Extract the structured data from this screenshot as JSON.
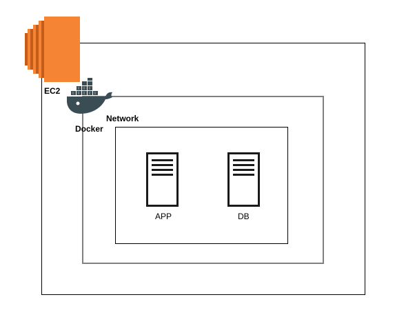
{
  "diagram": {
    "ec2": {
      "label": "EC2",
      "icon": "ec2-instance-icon",
      "color": "#F58534",
      "shade": "#C45D1A"
    },
    "docker": {
      "label": "Docker",
      "icon": "docker-whale-icon",
      "color": "#3A4D54"
    },
    "network": {
      "label": "Network"
    },
    "nodes": [
      {
        "label": "APP",
        "icon": "server-icon"
      },
      {
        "label": "DB",
        "icon": "server-icon"
      }
    ],
    "colors": {
      "frame": "#000000",
      "docker_frame": "#808080",
      "server": "#1A1A1A"
    }
  }
}
